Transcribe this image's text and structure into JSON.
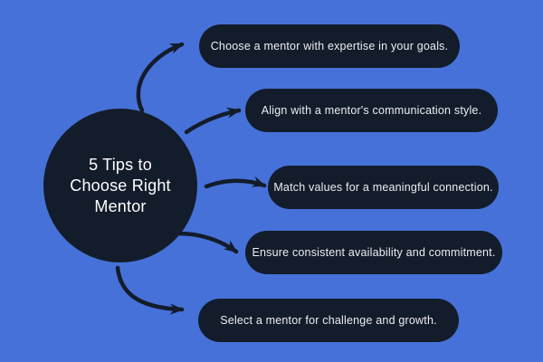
{
  "title": "5 Tips to Choose Right Mentor",
  "colors": {
    "background": "#4671d8",
    "shape_fill": "#131c2b",
    "circle_text": "#ffffff",
    "pill_text": "#eceef2"
  },
  "center": {
    "line1": "5 Tips to",
    "line2": "Choose Right",
    "line3": "Mentor"
  },
  "tips": [
    {
      "label": "Choose a mentor with expertise in your goals."
    },
    {
      "label": "Align with a mentor's communication style."
    },
    {
      "label": "Match values for a meaningful connection."
    },
    {
      "label": "Ensure consistent availability and commitment."
    },
    {
      "label": "Select a mentor for challenge and growth."
    }
  ]
}
